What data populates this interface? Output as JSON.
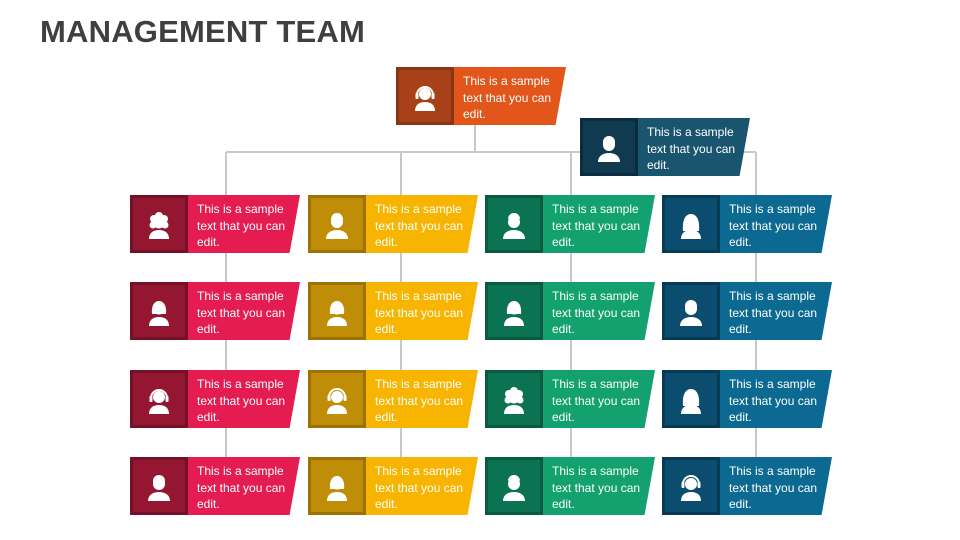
{
  "title": "MANAGEMENT TEAM",
  "colors": {
    "connector": "#c8c8c8",
    "title_text": "#3f3f3f",
    "orange": {
      "tile": "#a8401a",
      "banner": "#e2561c"
    },
    "navy": {
      "tile": "#0f3a4f",
      "banner": "#1a5570"
    },
    "red": {
      "tile": "#951631",
      "banner": "#e41c4f"
    },
    "yellow": {
      "tile": "#c08d06",
      "banner": "#f7b400"
    },
    "green": {
      "tile": "#0c7352",
      "banner": "#12a16f"
    },
    "blue": {
      "tile": "#0a4d6e",
      "banner": "#0c6a92"
    }
  },
  "org": {
    "top": {
      "text": "This is a sample text that you can edit.",
      "color": "orange",
      "icon": "woman-headset-icon"
    },
    "second": {
      "text": "This is a sample text that you can edit.",
      "color": "navy",
      "icon": "man-suit-icon"
    },
    "columns": [
      {
        "color": "red",
        "members": [
          {
            "text": "This is a sample text that you can edit.",
            "icon": "woman-curly-hair-icon"
          },
          {
            "text": "This is a sample text that you can edit.",
            "icon": "woman-icon"
          },
          {
            "text": "This is a sample text that you can edit.",
            "icon": "woman-headset-icon"
          },
          {
            "text": "This is a sample text that you can edit.",
            "icon": "man-suit-icon"
          }
        ]
      },
      {
        "color": "yellow",
        "members": [
          {
            "text": "This is a sample text that you can edit.",
            "icon": "man-icon"
          },
          {
            "text": "This is a sample text that you can edit.",
            "icon": "woman-icon"
          },
          {
            "text": "This is a sample text that you can edit.",
            "icon": "man-headset-icon"
          },
          {
            "text": "This is a sample text that you can edit.",
            "icon": "woman-icon"
          }
        ]
      },
      {
        "color": "green",
        "members": [
          {
            "text": "This is a sample text that you can edit.",
            "icon": "man-tie-icon"
          },
          {
            "text": "This is a sample text that you can edit.",
            "icon": "woman-icon"
          },
          {
            "text": "This is a sample text that you can edit.",
            "icon": "woman-curly-hair-icon"
          },
          {
            "text": "This is a sample text that you can edit.",
            "icon": "man-tie-icon"
          }
        ]
      },
      {
        "color": "blue",
        "members": [
          {
            "text": "This is a sample text that you can edit.",
            "icon": "woman-long-hair-icon"
          },
          {
            "text": "This is a sample text that you can edit.",
            "icon": "man-suit-icon"
          },
          {
            "text": "This is a sample text that you can edit.",
            "icon": "woman-long-hair-icon"
          },
          {
            "text": "This is a sample text that you can edit.",
            "icon": "man-headset-icon"
          }
        ]
      }
    ]
  }
}
